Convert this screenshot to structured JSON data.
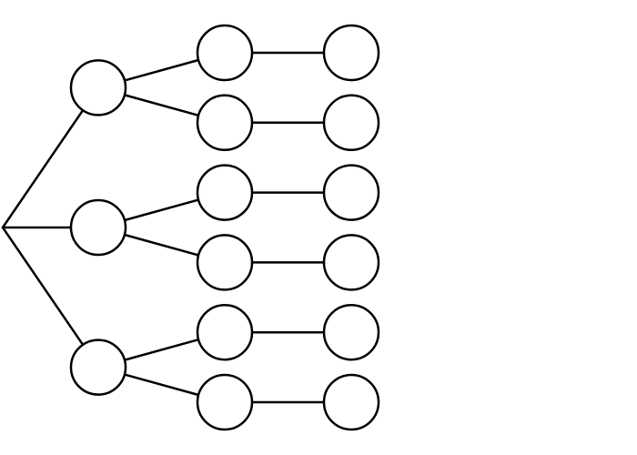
{
  "diagram": {
    "type": "tree",
    "colors": {
      "stroke": "#000000",
      "node_fill": "#ffffff",
      "background": "#ffffff"
    },
    "root": "root",
    "nodes": [
      {
        "id": "root",
        "label": ""
      },
      {
        "id": "a",
        "label": ""
      },
      {
        "id": "b",
        "label": ""
      },
      {
        "id": "c",
        "label": ""
      },
      {
        "id": "a1",
        "label": ""
      },
      {
        "id": "a2",
        "label": ""
      },
      {
        "id": "b1",
        "label": ""
      },
      {
        "id": "b2",
        "label": ""
      },
      {
        "id": "c1",
        "label": ""
      },
      {
        "id": "c2",
        "label": ""
      },
      {
        "id": "a1x",
        "label": ""
      },
      {
        "id": "a2x",
        "label": ""
      },
      {
        "id": "b1x",
        "label": ""
      },
      {
        "id": "b2x",
        "label": ""
      },
      {
        "id": "c1x",
        "label": ""
      },
      {
        "id": "c2x",
        "label": ""
      }
    ],
    "edges": [
      [
        "root",
        "a"
      ],
      [
        "root",
        "b"
      ],
      [
        "root",
        "c"
      ],
      [
        "a",
        "a1"
      ],
      [
        "a",
        "a2"
      ],
      [
        "b",
        "b1"
      ],
      [
        "b",
        "b2"
      ],
      [
        "c",
        "c1"
      ],
      [
        "c",
        "c2"
      ],
      [
        "a1",
        "a1x"
      ],
      [
        "a2",
        "a2x"
      ],
      [
        "b1",
        "b1x"
      ],
      [
        "b2",
        "b2x"
      ],
      [
        "c1",
        "c1x"
      ],
      [
        "c2",
        "c2x"
      ]
    ]
  }
}
